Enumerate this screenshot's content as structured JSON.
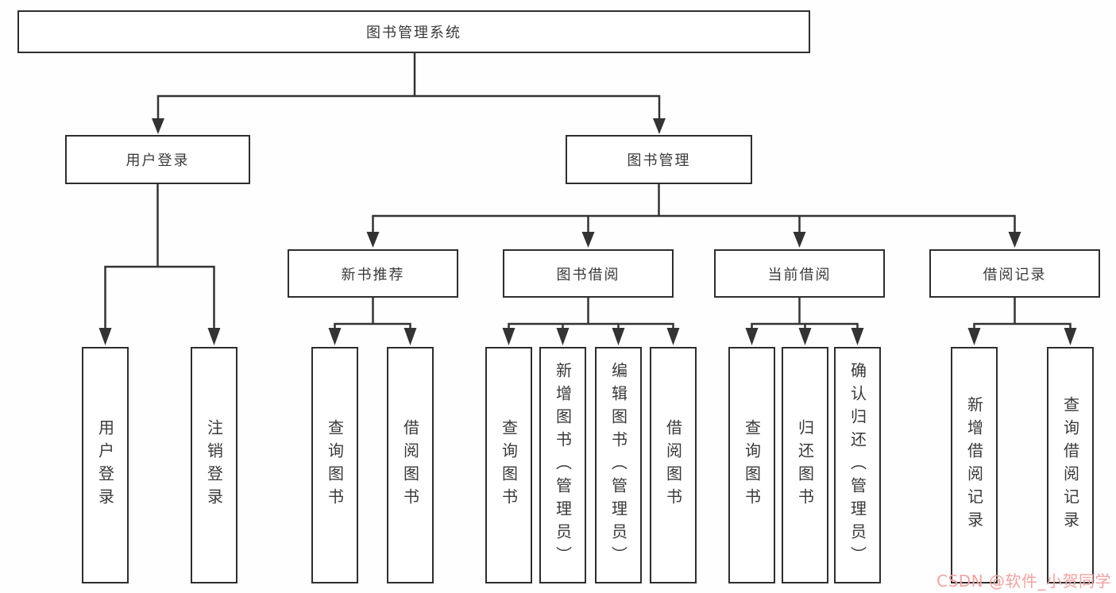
{
  "colors": {
    "line": "#333333",
    "box_border": "#2e2e2e",
    "box_fill": "#ffffff",
    "text": "#3a3a3a",
    "watermark": "#f2a3a0"
  },
  "tree": {
    "root": {
      "label": "图书管理系统"
    },
    "level2": [
      {
        "label": "用户登录"
      },
      {
        "label": "图书管理"
      }
    ],
    "level3": [
      {
        "label": "新书推荐",
        "parent": "图书管理"
      },
      {
        "label": "图书借阅",
        "parent": "图书管理"
      },
      {
        "label": "当前借阅",
        "parent": "图书管理"
      },
      {
        "label": "借阅记录",
        "parent": "图书管理"
      }
    ],
    "leaves": [
      {
        "label": "用户登录",
        "parent": "用户登录"
      },
      {
        "label": "注销登录",
        "parent": "用户登录"
      },
      {
        "label": "查询图书",
        "parent": "新书推荐"
      },
      {
        "label": "借阅图书",
        "parent": "新书推荐"
      },
      {
        "label": "查询图书",
        "parent": "图书借阅"
      },
      {
        "label": "新增图书（管理员）",
        "parent": "图书借阅"
      },
      {
        "label": "编辑图书（管理员）",
        "parent": "图书借阅"
      },
      {
        "label": "借阅图书",
        "parent": "图书借阅"
      },
      {
        "label": "查询图书",
        "parent": "当前借阅"
      },
      {
        "label": "归还图书",
        "parent": "当前借阅"
      },
      {
        "label": "确认归还（管理员）",
        "parent": "当前借阅"
      },
      {
        "label": "新增借阅记录",
        "parent": "借阅记录"
      },
      {
        "label": "查询借阅记录",
        "parent": "借阅记录"
      }
    ]
  },
  "watermark": {
    "text": "CSDN @软件_小贺同学"
  }
}
